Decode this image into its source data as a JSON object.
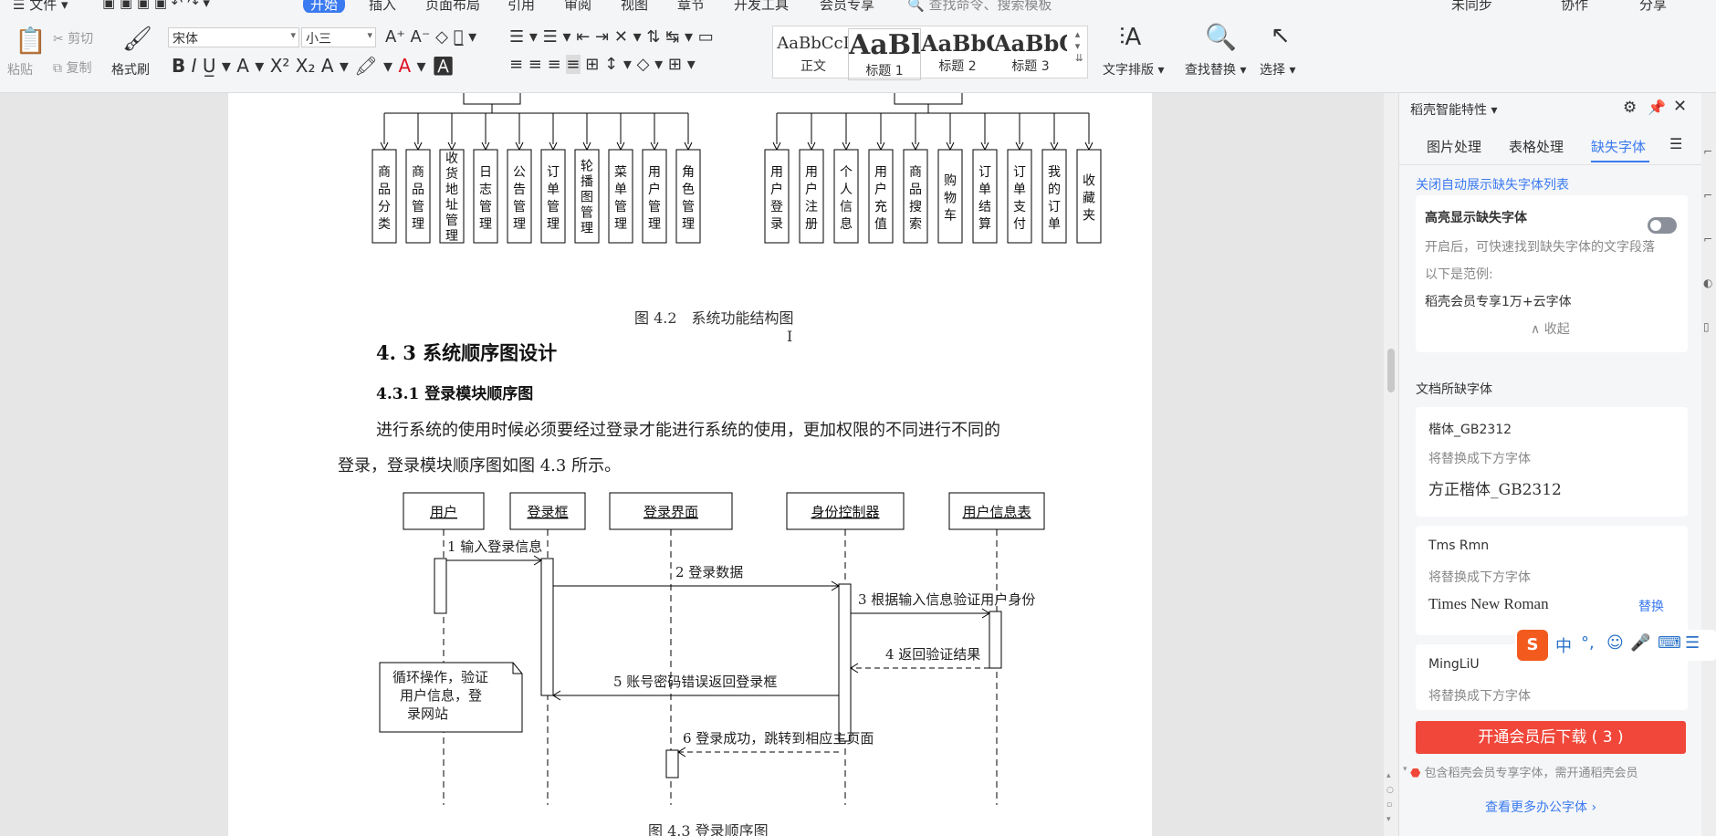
{
  "menu": {
    "file": "文件",
    "tabs": [
      "开始",
      "插入",
      "页面布局",
      "引用",
      "审阅",
      "视图",
      "章节",
      "开发工具",
      "会员专享"
    ],
    "active_tab": "开始",
    "search_placeholder": "查找命令、搜索模板",
    "right": [
      "未同步",
      "协作",
      "分享"
    ]
  },
  "ribbon": {
    "paste": "粘贴",
    "cut": "剪切",
    "copy": "复制",
    "format_painter": "格式刷",
    "font_name": "宋体",
    "font_size": "小三",
    "styles": [
      {
        "preview": "AaBbCcI",
        "name": "正文"
      },
      {
        "preview": "AaBl",
        "name": "标题 1"
      },
      {
        "preview": "AaBbC",
        "name": "标题 2"
      },
      {
        "preview": "AaBbC",
        "name": "标题 3"
      }
    ],
    "text_layout": "文字排版",
    "find_replace": "查找替换",
    "select": "选择"
  },
  "document": {
    "fig42_left_boxes": [
      "商品分类",
      "商品管理",
      "收货地址管理",
      "日志管理",
      "公告管理",
      "订单管理",
      "轮播图管理",
      "菜单管理",
      "用户管理",
      "角色管理"
    ],
    "fig42_right_boxes": [
      "用户登录",
      "用户注册",
      "个人信息",
      "用户充值",
      "商品搜索",
      "购物车",
      "订单结算",
      "订单支付",
      "我的订单",
      "收藏夹"
    ],
    "fig42_caption": "图 4.2　系统功能结构图",
    "h2": "4. 3  系统顺序图设计",
    "h3": "4.3.1 登录模块顺序图",
    "para_line1": "进行系统的使用时候必须要经过登录才能进行系统的使用，更加权限的不同进行不同的",
    "para_line2": "登录，登录模块顺序图如图 4.3 所示。",
    "seq_actors": [
      "用户",
      "登录框",
      "登录界面",
      "身份控制器",
      "用户信息表"
    ],
    "seq_messages": [
      "1 输入登录信息",
      "2 登录数据",
      "3 根据输入信息验证用户身份",
      "4 返回验证结果",
      "5 账号密码错误返回登录框",
      "6 登录成功，跳转到相应主页面"
    ],
    "seq_note": [
      "循环操作，验证",
      "用户信息，登",
      "录网站"
    ],
    "fig43_caption": "图 4.3  登录顺序图"
  },
  "panel": {
    "title": "稻壳智能特性",
    "tabs": [
      "图片处理",
      "表格处理",
      "缺失字体"
    ],
    "active_tab": "缺失字体",
    "close_auto": "关闭自动展示缺失字体列表",
    "highlight_title": "高亮显示缺失字体",
    "highlight_desc": "开启后，可快速找到缺失字体的文字段落",
    "example_label": "以下是范例:",
    "example_text": "稻壳会员专享1万+云字体",
    "collapse": "收起",
    "missing_header": "文档所缺字体",
    "fonts": [
      {
        "name": "楷体_GB2312",
        "hint": "将替换成下方字体",
        "replacement": "方正楷体_GB2312",
        "action": ""
      },
      {
        "name": "Tms Rmn",
        "hint": "将替换成下方字体",
        "replacement": "Times New Roman",
        "action": "替换"
      },
      {
        "name": "MingLiU",
        "hint": "将替换成下方字体",
        "replacement": "",
        "action": ""
      }
    ],
    "download_button": "开通会员后下载 ( 3 )",
    "member_note": "包含稻壳会员专享字体，需开通稻壳会员",
    "more_link": "查看更多办公字体 ›"
  },
  "ime": {
    "logo": "S",
    "items": [
      "中",
      "°,",
      "☺",
      "🎤",
      "⌨"
    ]
  },
  "colors": {
    "accent": "#3a7af0",
    "danger": "#f0473a"
  }
}
